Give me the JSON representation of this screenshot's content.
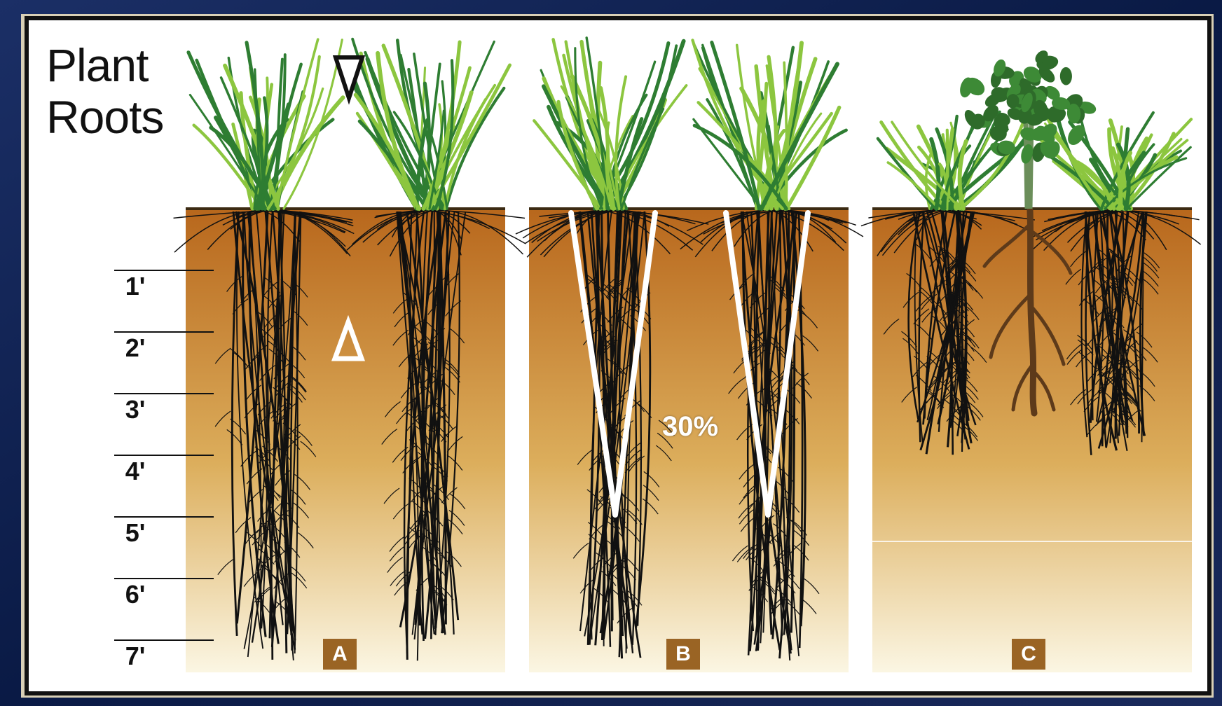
{
  "figure": {
    "title_lines": [
      "Plant",
      "Roots"
    ],
    "depth_labels": [
      "1'",
      "2'",
      "3'",
      "4'",
      "5'",
      "6'",
      "7'"
    ],
    "panels": [
      {
        "label": "A",
        "roots": [
          "full",
          "full"
        ],
        "has_tree": false,
        "triangles": [
          "down",
          "up"
        ]
      },
      {
        "label": "B",
        "roots": [
          "full",
          "full"
        ],
        "has_tree": false,
        "annotation": "30%"
      },
      {
        "label": "C",
        "roots": [
          "shallow",
          "shallow"
        ],
        "has_tree": true
      }
    ],
    "colors": {
      "frame_background": "#0d1f4d",
      "soil_top": "#b8671c",
      "soil_bottom": "#fbf6e3",
      "grass_light": "#8cc63f",
      "grass_dark": "#2e7d32",
      "root": "#111111",
      "badge": "#9a6424",
      "v_outline": "#ffffff"
    }
  }
}
